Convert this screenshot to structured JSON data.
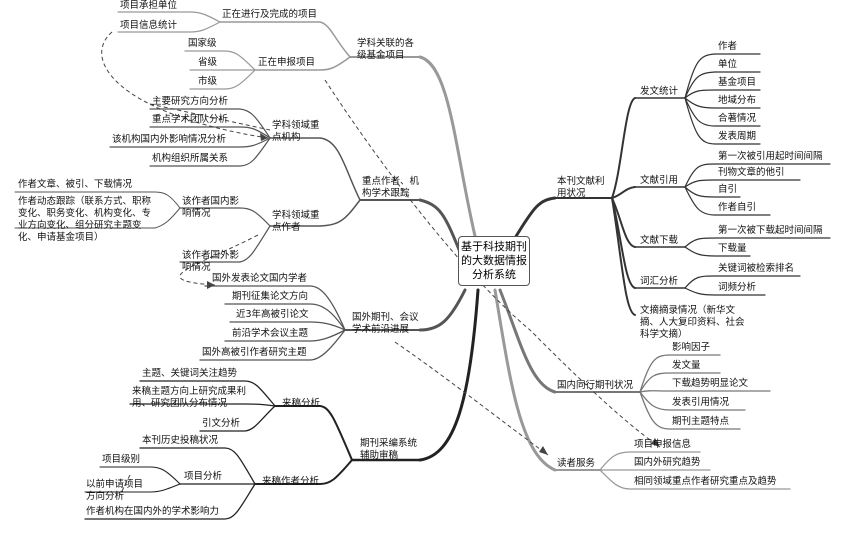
{
  "center": "基于科技期刊的大数据情报分析系统",
  "right": {
    "stats": {
      "label": "本刊文献利用状况",
      "pub": {
        "label": "发文统计",
        "items": [
          "作者",
          "单位",
          "基金项目",
          "地域分布",
          "合著情况",
          "发表周期"
        ]
      },
      "cite": {
        "label": "文献引用",
        "items": [
          "第一次被引用起时间间隔",
          "刊物文章的他引",
          "自引",
          "作者自引"
        ]
      },
      "dl": {
        "label": "文献下载",
        "items": [
          "第一次被下载起时间间隔",
          "下载量"
        ]
      },
      "kw": {
        "label": "词汇分析",
        "items": [
          "关键词被检索排名",
          "词频分析"
        ]
      },
      "repro": "文摘摘录情况（新华文摘、人大复印资料、社会科学文摘）"
    },
    "peer": {
      "label": "国内同行期刊状况",
      "items": [
        "影响因子",
        "发文量",
        "下载趋势明显论文",
        "发表引用情况",
        "期刊主题特点"
      ]
    },
    "reader": {
      "label": "读者服务",
      "items": [
        "项目申报信息",
        "国内外研究趋势",
        "相同领域重点作者研究重点及趋势"
      ]
    }
  },
  "left": {
    "fund": {
      "label": "学科关联的各级基金项目",
      "ongoing": {
        "label": "正在进行及完成的项目",
        "items": [
          "项目承担单位",
          "项目信息统计"
        ]
      },
      "applying": {
        "label": "正在申报项目",
        "items": [
          "国家级",
          "省级",
          "市级"
        ]
      }
    },
    "key": {
      "label": "重点作者、机构学术跟踪",
      "inst": {
        "label": "学科领域重点机构",
        "items": [
          "主要研究方向分析",
          "重点学术团队分析",
          "该机构国内外影响情况分析",
          "机构组织所属关系"
        ]
      },
      "author": {
        "label": "学科领域重点作者",
        "domestic": {
          "label": "该作者国内影响情况",
          "items": [
            "作者文章、被引、下载情况",
            "作者动态跟踪（联系方式、职称变化、职务变化、机构变化、专业方向变化、组分研究主题变化、申请基金项目）"
          ]
        },
        "foreign": "该作者国外影响情况"
      }
    },
    "intl": {
      "label": "国外期刊、会议学术前沿进展",
      "items": [
        "国外发表论文国内学者",
        "期刊征集论文方向",
        "近3年高被引论文",
        "前沿学术会议主题",
        "国外高被引作者研究主题"
      ]
    },
    "review": {
      "label": "期刊采编系统辅助审稿",
      "source": {
        "label": "来稿分析",
        "items": [
          "主题、关键词关注趋势",
          "来稿主题方向上研究成果利用、研究团队分布情况",
          "引文分析"
        ]
      },
      "author": {
        "label": "来稿作者分析",
        "history": "本刊历史投稿状况",
        "project": {
          "label": "项目分析",
          "items": [
            "项目级别",
            "以前申请项目方向分析"
          ]
        },
        "impact": "作者机构在国内外的学术影响力"
      }
    }
  }
}
